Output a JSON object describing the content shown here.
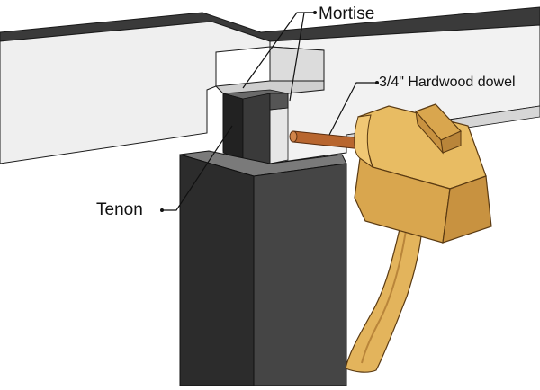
{
  "labels": {
    "mortise": "Mortise",
    "dowel": "3/4\" Hardwood dowel",
    "tenon": "Tenon"
  },
  "colors": {
    "beam_top": "#3a3a3a",
    "beam_face": "#f0f0f0",
    "beam_underside": "#d6d6d6",
    "post_front": "#2c2c2c",
    "post_side": "#4a4a4a",
    "post_top": "#7a7a7a",
    "mortise_back": "#cfcfcf",
    "tenon_dark": "#222222",
    "dowel": "#b8662f",
    "mallet_wood": "#e3b45c",
    "mallet_shadow": "#b9853a",
    "outline": "#1a1a1a"
  },
  "icons": {
    "mallet": "mallet-icon",
    "dowel": "dowel-icon"
  }
}
